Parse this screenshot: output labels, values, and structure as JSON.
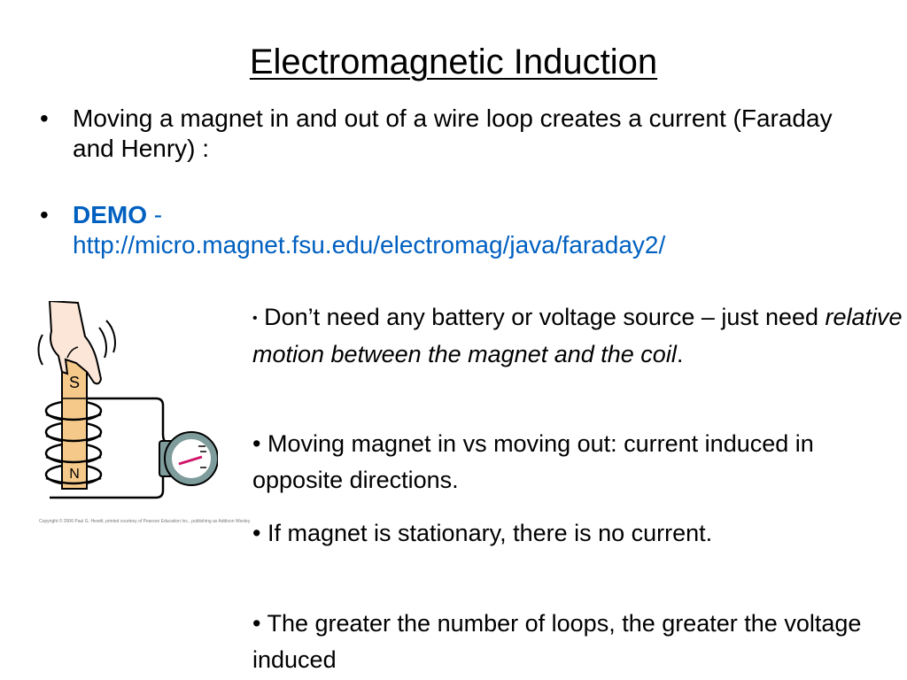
{
  "slide": {
    "title": "Electromagnetic Induction",
    "bullet_char": "•",
    "bullets": [
      {
        "text": "Moving a magnet in and out of a wire loop creates a current (Faraday and Henry) :"
      },
      {
        "label": "DEMO",
        "separator": " - ",
        "url": "http://micro.magnet.fsu.edu/electromag/java/faraday2/"
      }
    ],
    "notes": [
      {
        "bullet": "•",
        "pre": " Don’t need any battery or voltage source – just need ",
        "em": "relative motion between the magnet and the coil",
        "post": "."
      },
      {
        "text": "• Moving magnet in vs moving out: current induced in opposite directions."
      },
      {
        "text": "• If magnet is stationary, there is no current."
      },
      {
        "text": "• The greater the number of loops, the greater the voltage induced"
      }
    ],
    "illustration": {
      "magnet_top_label": "S",
      "magnet_bottom_label": "N",
      "copyright": "Copyright © 2006 Paul G. Hewitt, printed courtesy of Pearson Education Inc., publishing as Addison Wesley."
    },
    "colors": {
      "link": "#0060c0",
      "magnet": "#f5c98a",
      "meter": "#7f9c9c"
    }
  }
}
